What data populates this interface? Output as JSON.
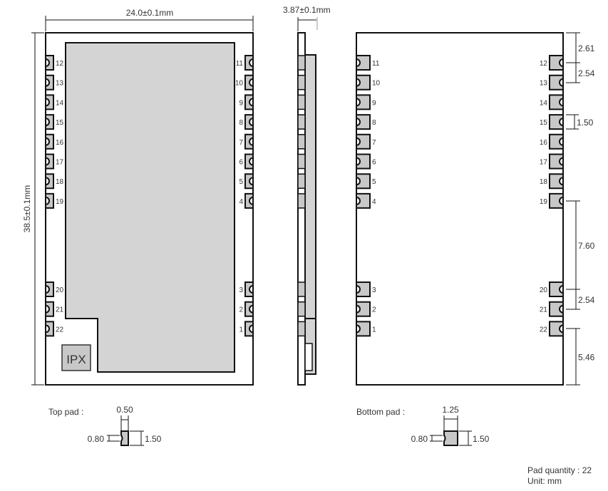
{
  "colors": {
    "outline": "#111111",
    "pad": "#c8c8c8",
    "shield": "#d4d4d4",
    "text": "#333333"
  },
  "top_view": {
    "width_dim": "24.0±0.1mm",
    "height_dim": "38.5±0.1mm",
    "ipx_label": "IPX",
    "left_pins": [
      "12",
      "13",
      "14",
      "15",
      "16",
      "17",
      "18",
      "19"
    ],
    "left_pins_bottom": [
      "20",
      "21",
      "22"
    ],
    "right_pins": [
      "11",
      "10",
      "9",
      "8",
      "7",
      "6",
      "5",
      "4"
    ],
    "right_pins_bottom": [
      "3",
      "2",
      "1"
    ]
  },
  "side_view": {
    "thickness_dim": "3.87±0.1mm"
  },
  "bottom_view": {
    "left_pins": [
      "11",
      "10",
      "9",
      "8",
      "7",
      "6",
      "5",
      "4"
    ],
    "left_pins_bottom": [
      "3",
      "2",
      "1"
    ],
    "right_pins": [
      "12",
      "13",
      "14",
      "15",
      "16",
      "17",
      "18",
      "19"
    ],
    "right_pins_bottom": [
      "20",
      "21",
      "22"
    ],
    "dims": [
      "2.61",
      "2.54",
      "1.50",
      "7.60",
      "2.54",
      "5.46"
    ]
  },
  "top_pad": {
    "label": "Top pad :",
    "width": "0.50",
    "notch": "0.80",
    "height": "1.50"
  },
  "bottom_pad": {
    "label": "Bottom pad :",
    "width": "1.25",
    "notch": "0.80",
    "height": "1.50"
  },
  "footer": {
    "pad_quantity": "Pad quantity : 22",
    "unit": "Unit:  mm"
  }
}
